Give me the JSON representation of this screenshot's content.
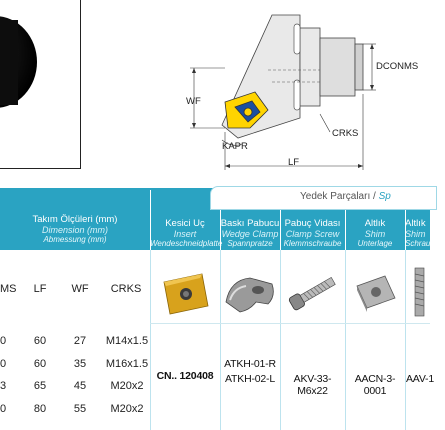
{
  "colors": {
    "header": "#2aa3c2",
    "accent_light": "#bde3ee",
    "insert_gold": "#d8a21c",
    "text": "#222222"
  },
  "drawing": {
    "labels": {
      "dconms": "DCONMS",
      "wf": "WF",
      "crks": "CRKS",
      "kapr": "KAPR",
      "lf": "LF"
    }
  },
  "spare_parts": {
    "title_tr": "Yedek Parçaları /",
    "title_en": "Sp"
  },
  "headers": {
    "tool_dims": {
      "tr": "Takım Ölçüleri (mm)",
      "en": "Dimension (mm)",
      "de": "Abmessung (mm)"
    },
    "insert": {
      "tr": "Kesici Uç",
      "en": "Insert",
      "de": "Wendeschneidplatte"
    },
    "clamp": {
      "tr": "Baskı Pabucu",
      "en": "Wedge Clamp",
      "de": "Spannpratze"
    },
    "screw": {
      "tr": "Pabuç Vidası",
      "en": "Clamp Screw",
      "de": "Klemmschraube"
    },
    "shim": {
      "tr": "Altlık",
      "en": "Shim",
      "de": "Unterlage"
    },
    "shim2": {
      "tr": "Altlık",
      "en": "Shim",
      "de": "Schrau"
    }
  },
  "columns": {
    "dconms_partial": "MS",
    "lf": "LF",
    "wf": "WF",
    "crks": "CRKS"
  },
  "rows": [
    {
      "d": "0",
      "lf": "60",
      "wf": "27",
      "crks": "M14x1.5"
    },
    {
      "d": "0",
      "lf": "60",
      "wf": "35",
      "crks": "M16x1.5"
    },
    {
      "d": "3",
      "lf": "65",
      "wf": "45",
      "crks": "M20x2"
    },
    {
      "d": "0",
      "lf": "80",
      "wf": "55",
      "crks": "M20x2"
    }
  ],
  "parts": {
    "insert": "CN.. 120408",
    "clamp_1": "ATKH-01-R",
    "clamp_2": "ATKH-02-L",
    "screw": "AKV-33-M6x22",
    "shim": "AACN-3-0001",
    "shim2": "AAV-1"
  }
}
